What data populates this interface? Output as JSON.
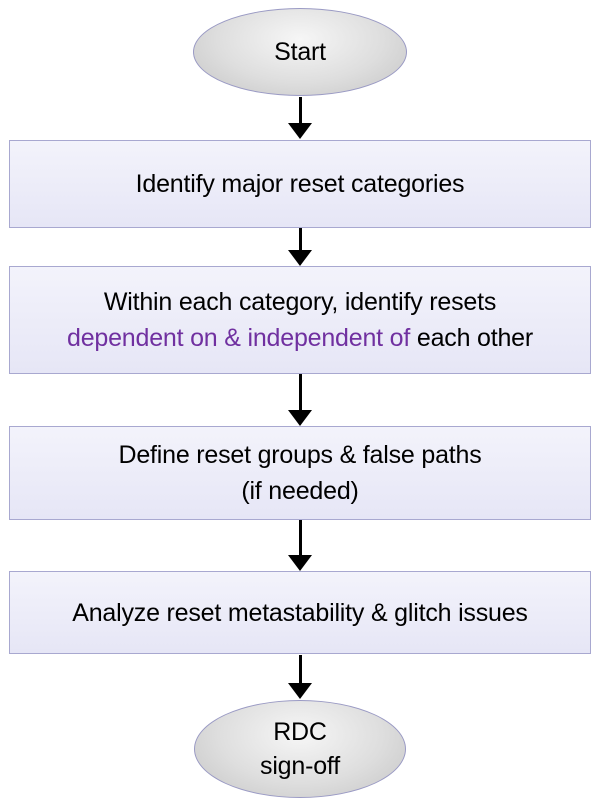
{
  "diagram": {
    "start": {
      "label": "Start"
    },
    "steps": [
      {
        "lines": [
          "Identify major reset categories"
        ]
      },
      {
        "line1": "Within each category, identify resets",
        "line2_accent": "dependent on & independent of",
        "line2_rest": " each other"
      },
      {
        "lines": [
          "Define reset groups & false paths",
          "(if needed)"
        ]
      },
      {
        "lines": [
          "Analyze reset metastability & glitch issues"
        ]
      }
    ],
    "end": {
      "lines": [
        "RDC",
        "sign-off"
      ]
    },
    "colors": {
      "box_fill": "#e9e9f7",
      "box_border": "#a8a8d0",
      "terminal_fill": "#d9d9d9",
      "terminal_border": "#9a9ac4",
      "accent_text": "#7030a0",
      "arrow": "#000000"
    }
  }
}
